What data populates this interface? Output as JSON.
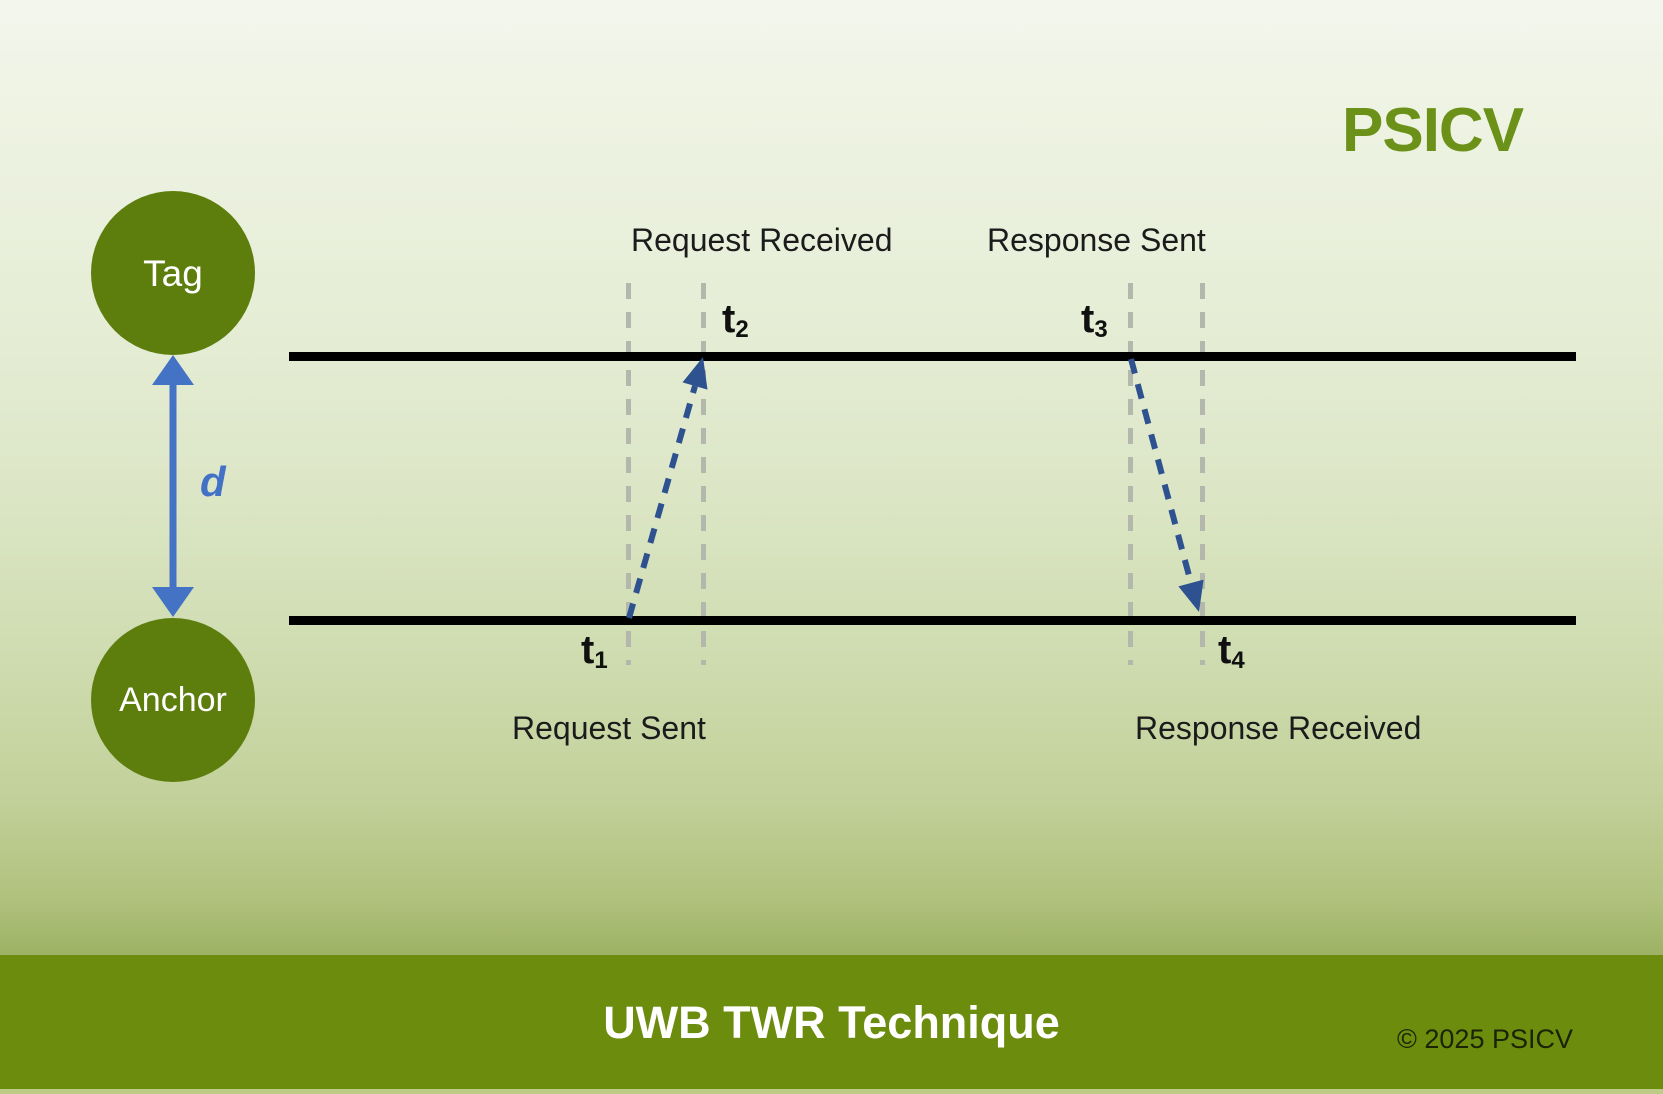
{
  "brand": {
    "logo_text": "PSICV"
  },
  "actors": {
    "tag": {
      "label": "Tag"
    },
    "anchor": {
      "label": "Anchor"
    },
    "distance": {
      "label": "d"
    }
  },
  "events": {
    "request_sent": {
      "label": "Request Sent",
      "timestamp_base": "t",
      "timestamp_sub": "1"
    },
    "request_received": {
      "label": "Request Received",
      "timestamp_base": "t",
      "timestamp_sub": "2"
    },
    "response_sent": {
      "label": "Response Sent",
      "timestamp_base": "t",
      "timestamp_sub": "3"
    },
    "response_received": {
      "label": "Response Received",
      "timestamp_base": "t",
      "timestamp_sub": "4"
    }
  },
  "footer": {
    "title": "UWB TWR Technique",
    "copyright": "© 2025 PSICV"
  },
  "colors": {
    "node_green": "#5d7d0d",
    "footer_green": "#6c8c0e",
    "logo_green": "#6b9118",
    "distance_arrow_blue": "#4472c4",
    "signal_arrow_blue": "#2e5190",
    "timeline_black": "#000000",
    "dashed_marker_gray": "#b4b8ac"
  }
}
